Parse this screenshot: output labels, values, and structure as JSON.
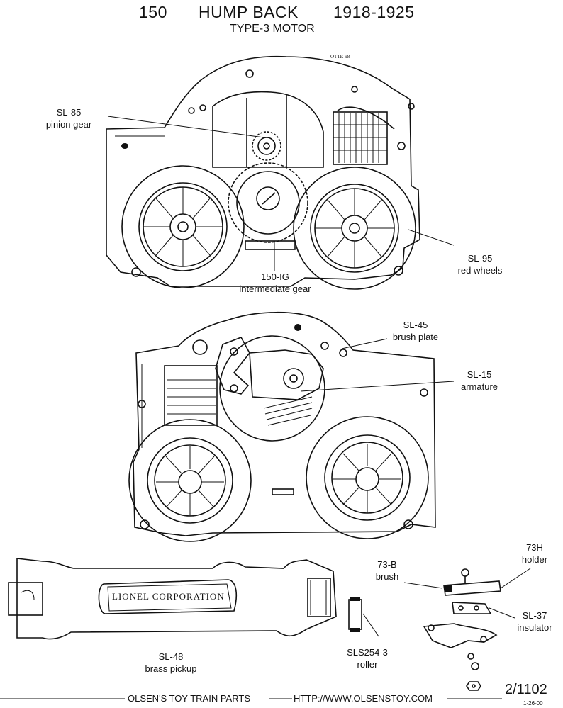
{
  "header": {
    "model": "150",
    "name": "HUMP BACK",
    "years": "1918-1925",
    "subtitle": "TYPE-3 MOTOR"
  },
  "stamp": "OTTP. 98",
  "labels": {
    "sl85": [
      "SL-85",
      "pinion gear"
    ],
    "ig150": [
      "150-IG",
      "intermediate gear"
    ],
    "sl95": [
      "SL-95",
      "red wheels"
    ],
    "sl45": [
      "SL-45",
      "brush plate"
    ],
    "sl15": [
      "SL-15",
      "armature"
    ],
    "sl48": [
      "SL-48",
      "brass pickup"
    ],
    "sls254": [
      "SLS254-3",
      "roller"
    ],
    "b73": [
      "73-B",
      "brush"
    ],
    "h73": [
      "73H",
      "holder"
    ],
    "sl37": [
      "SL-37",
      "insulator"
    ]
  },
  "pickup_plate_text": "LIONEL CORPORATION",
  "footer": {
    "company": "OLSEN'S TOY TRAIN PARTS",
    "url": "HTTP://WWW.OLSENSTOY.COM",
    "page": "2/1102",
    "date": "1-26-00"
  }
}
